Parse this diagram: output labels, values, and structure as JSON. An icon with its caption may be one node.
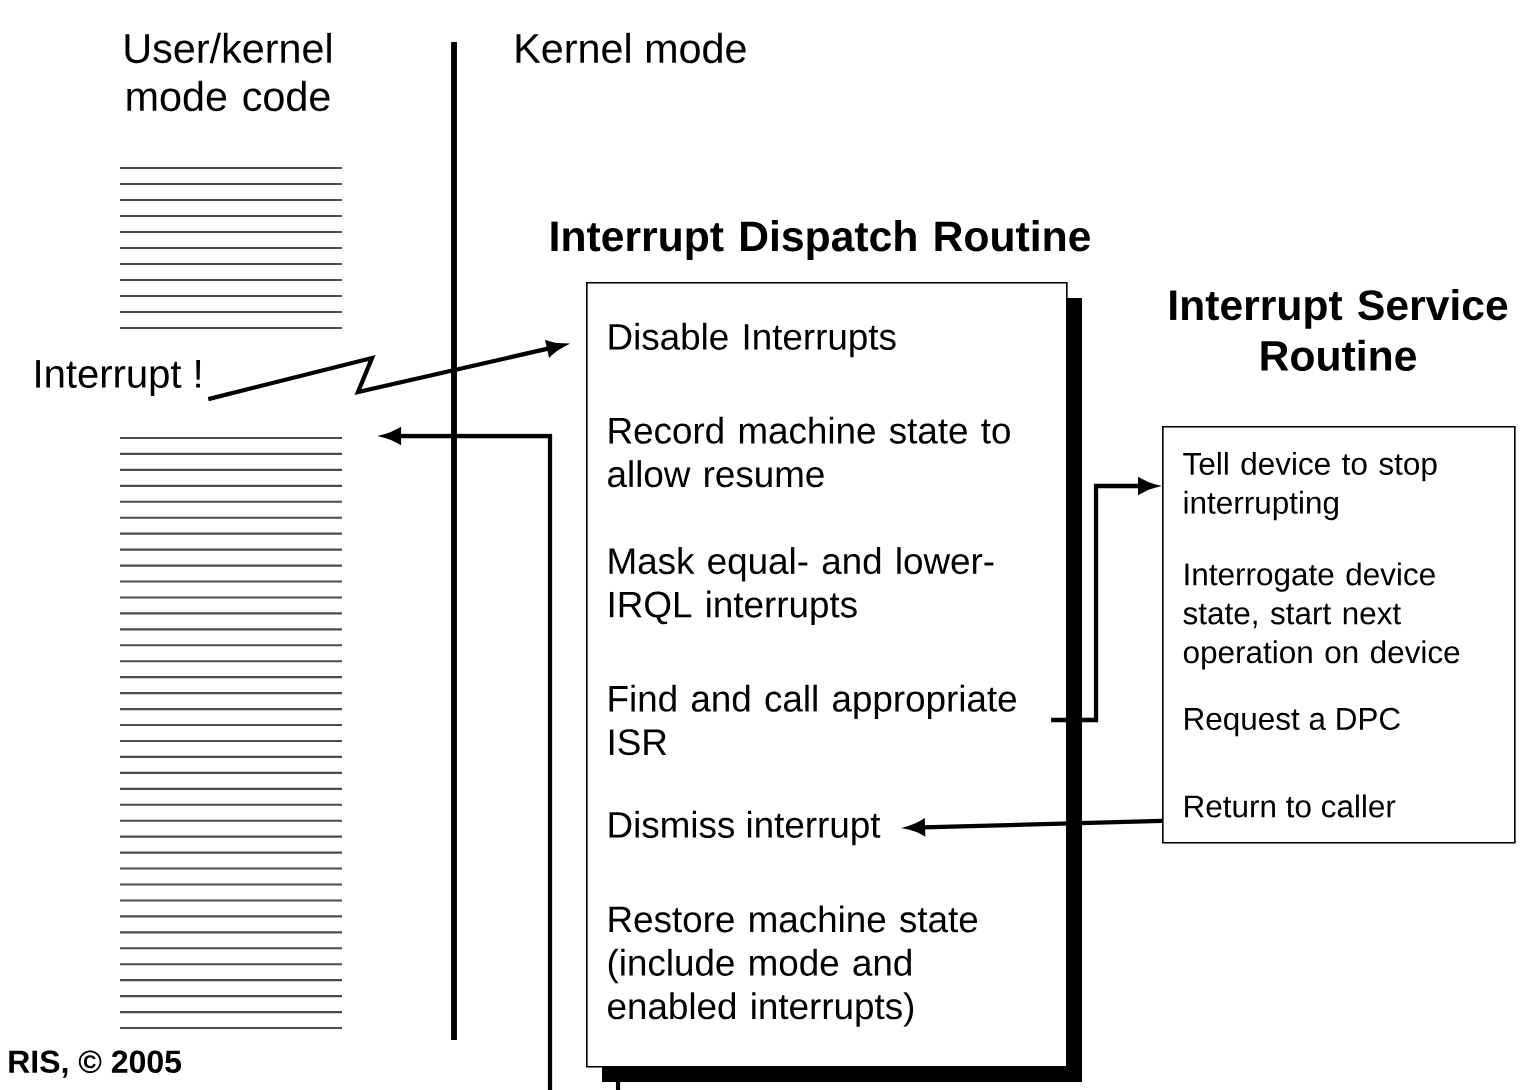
{
  "diagram": {
    "nodes": [
      {
        "text": [],
        "shape": "lines"
      },
      {
        "text": [
          "Interrupt !"
        ]
      },
      {
        "text": [],
        "shape": "lines"
      },
      {
        "text": [
          "Interrupt Dispatch Routine"
        ]
      },
      {
        "text": [
          "Disable Interrupts"
        ],
        "in": 3
      },
      {
        "text": [
          "Record machine state to allow resume"
        ],
        "in": 3
      },
      {
        "text": [
          "Mask equal- and lower-IRQL interrupts"
        ],
        "in": 3
      },
      {
        "text": [
          "Find and call appropriate ISR"
        ],
        "in": 3
      },
      {
        "text": [
          "Dismiss interrupt"
        ],
        "in": 3
      },
      {
        "text": [
          "Restore machine state (include mode and enabled interrupts)"
        ],
        "in": 3
      },
      {
        "text": [
          "Interrupt Service Routine"
        ]
      },
      {
        "text": [
          "Tell device to stop interrupting"
        ],
        "in": 10
      },
      {
        "text": [
          "Interrogate device state, start next operation on device"
        ],
        "in": 10
      },
      {
        "text": [
          "Request a DPC"
        ],
        "in": 10
      },
      {
        "text": [
          "Return to caller"
        ],
        "in": 10
      }
    ],
    "edges": [
      {
        "from": 1,
        "to": 4,
        "arrow": "to"
      },
      {
        "from": null,
        "to": 2,
        "arrow": "to"
      },
      {
        "from": 7,
        "to": 11,
        "arrow": "to"
      },
      {
        "from": 14,
        "to": 8,
        "arrow": "to"
      }
    ],
    "labels": [
      "User/kernel mode code",
      "Kernel mode",
      "RIS, © 2005"
    ]
  }
}
